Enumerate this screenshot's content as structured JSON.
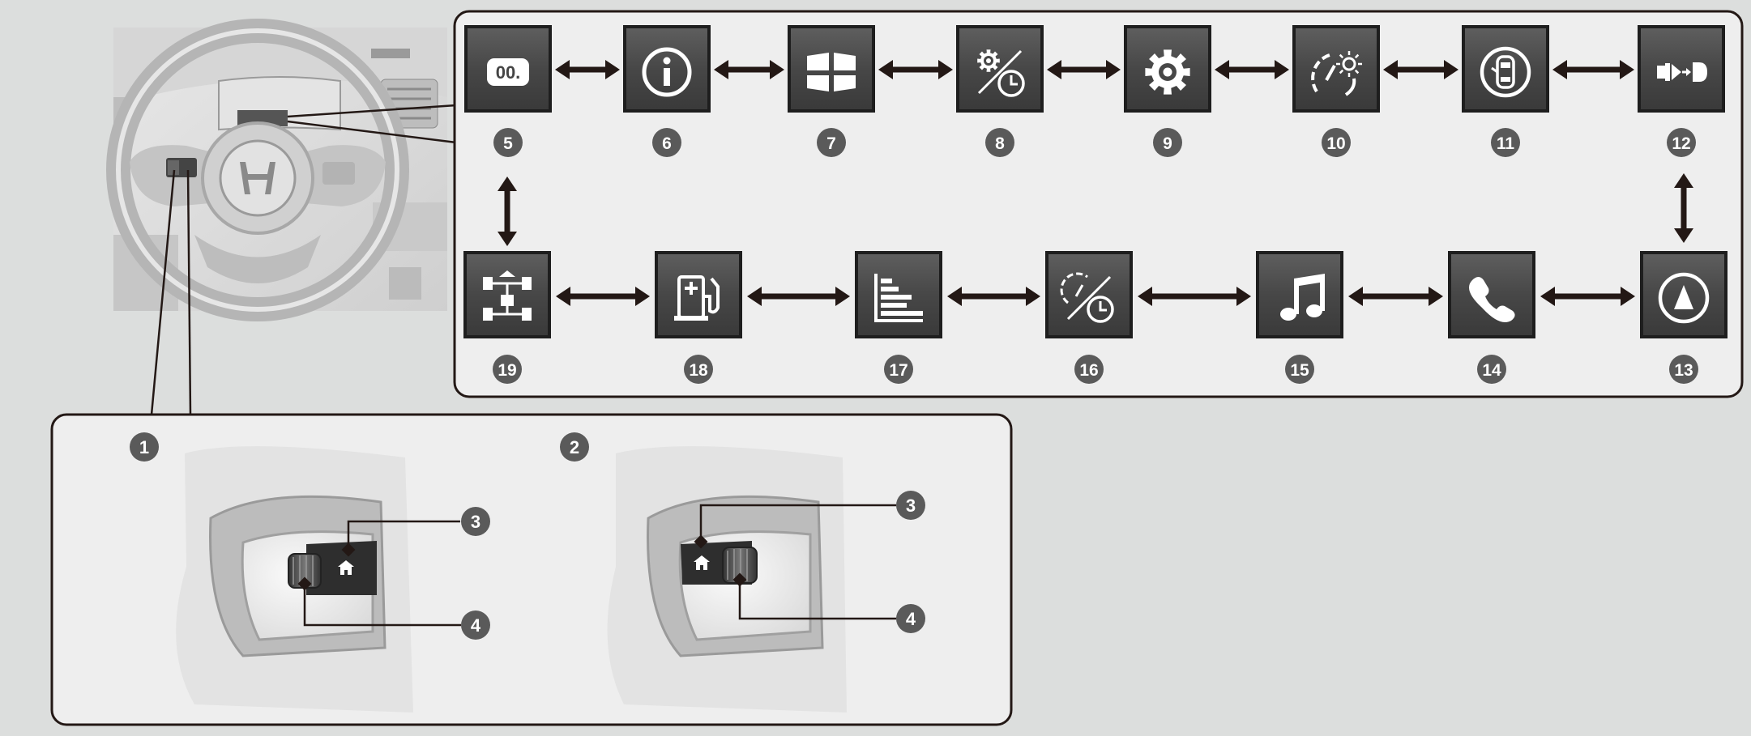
{
  "callouts": {
    "left_view": "1",
    "right_view": "2",
    "home_button_left": "3",
    "selector_wheel_left": "4",
    "home_button_right": "3",
    "selector_wheel_right": "4"
  },
  "screens": [
    {
      "number": "5",
      "icon": "odometer-icon",
      "digits": "00."
    },
    {
      "number": "6",
      "icon": "info-icon"
    },
    {
      "number": "7",
      "icon": "layout-icon"
    },
    {
      "number": "8",
      "icon": "settings-clock-icon"
    },
    {
      "number": "9",
      "icon": "gear-icon"
    },
    {
      "number": "10",
      "icon": "gauge-brightness-icon"
    },
    {
      "number": "11",
      "icon": "vehicle-door-icon"
    },
    {
      "number": "12",
      "icon": "energy-flow-icon"
    },
    {
      "number": "13",
      "icon": "navigation-icon"
    },
    {
      "number": "14",
      "icon": "phone-icon"
    },
    {
      "number": "15",
      "icon": "music-icon"
    },
    {
      "number": "16",
      "icon": "speed-timer-icon"
    },
    {
      "number": "17",
      "icon": "bar-chart-icon"
    },
    {
      "number": "18",
      "icon": "fuel-ev-icon"
    },
    {
      "number": "19",
      "icon": "awd-drivetrain-icon"
    }
  ],
  "colors": {
    "tile_bg": "#474747",
    "badge": "#5a5a5a",
    "arrow": "#231815",
    "panel_border": "#231815"
  }
}
